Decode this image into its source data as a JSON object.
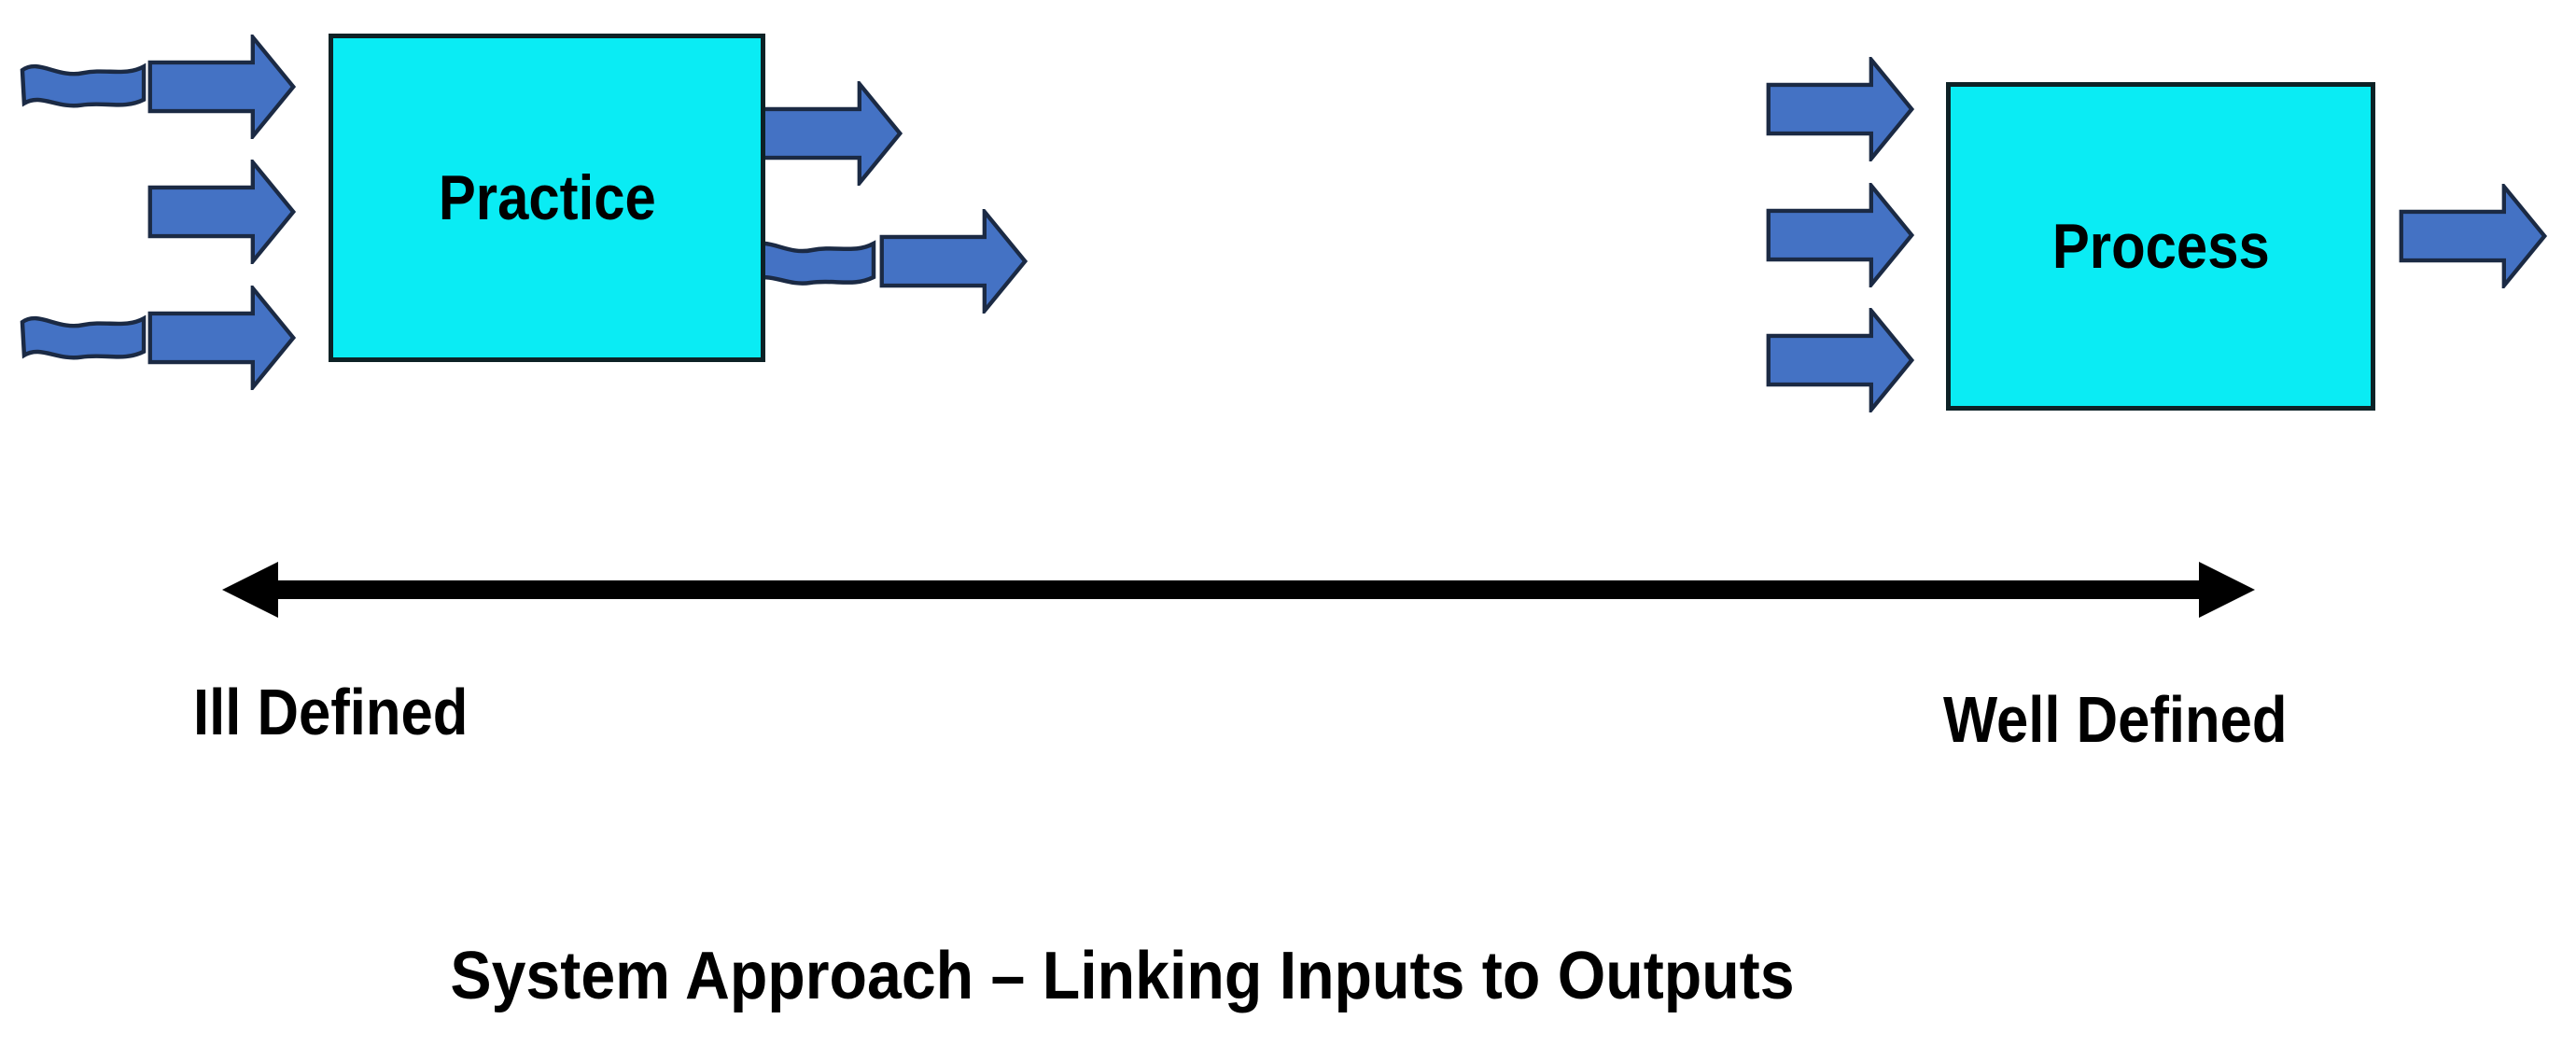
{
  "title": {
    "text": "System Approach – Linking Inputs to Outputs"
  },
  "colors": {
    "background": "#ffffff",
    "box-fill": "#0aecf4",
    "box-stroke": "#0d2226",
    "arrow-fill": "#4472c4",
    "arrow-stroke": "#1b2a44",
    "axis": "#000000",
    "text": "#000000"
  },
  "boxes": {
    "practice": {
      "label": "Practice"
    },
    "process": {
      "label": "Process"
    }
  },
  "axis": {
    "left_label": "Ill Defined",
    "right_label": "Well Defined"
  },
  "arrows": {
    "practice_inputs": [
      "wavy-tailed-arrow",
      "straight-arrow",
      "wavy-tailed-arrow"
    ],
    "practice_outputs": [
      "straight-arrow",
      "wavy-tailed-arrow"
    ],
    "process_inputs": [
      "straight-arrow",
      "straight-arrow",
      "straight-arrow"
    ],
    "process_outputs": [
      "straight-arrow"
    ]
  }
}
